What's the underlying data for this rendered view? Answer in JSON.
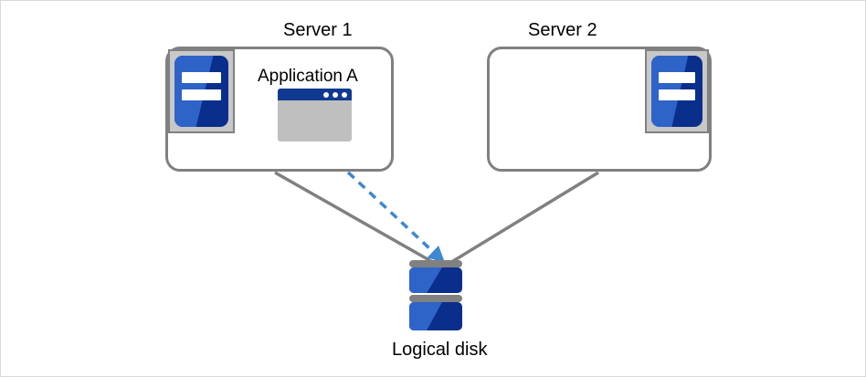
{
  "diagram": {
    "title_server1": "Server 1",
    "title_server2": "Server 2",
    "app_label": "Application  A",
    "disk_label": "Logical disk",
    "colors": {
      "outline_gray": "#808080",
      "icon_box_gray": "#c8c8c8",
      "blue_dark": "#0a2e8c",
      "blue_light": "#2e63c8",
      "titlebar_blue": "#103a91",
      "app_body_gray": "#bfbfbf",
      "dashed_arrow_blue": "#3d88d1",
      "connector_gray": "#808080",
      "page_border": "#d9d9d9",
      "background": "#ffffff"
    },
    "icons": {
      "server1": "server-icon",
      "server2": "server-icon",
      "application": "application-window-icon",
      "disk": "logical-disk-icon"
    },
    "connectors": [
      {
        "name": "server1-to-disk",
        "style": "solid",
        "color": "#808080",
        "arrowhead": false
      },
      {
        "name": "server2-to-disk",
        "style": "solid",
        "color": "#808080",
        "arrowhead": false
      },
      {
        "name": "application-a-to-disk",
        "style": "dashed",
        "color": "#3d88d1",
        "arrowhead": true
      }
    ]
  }
}
